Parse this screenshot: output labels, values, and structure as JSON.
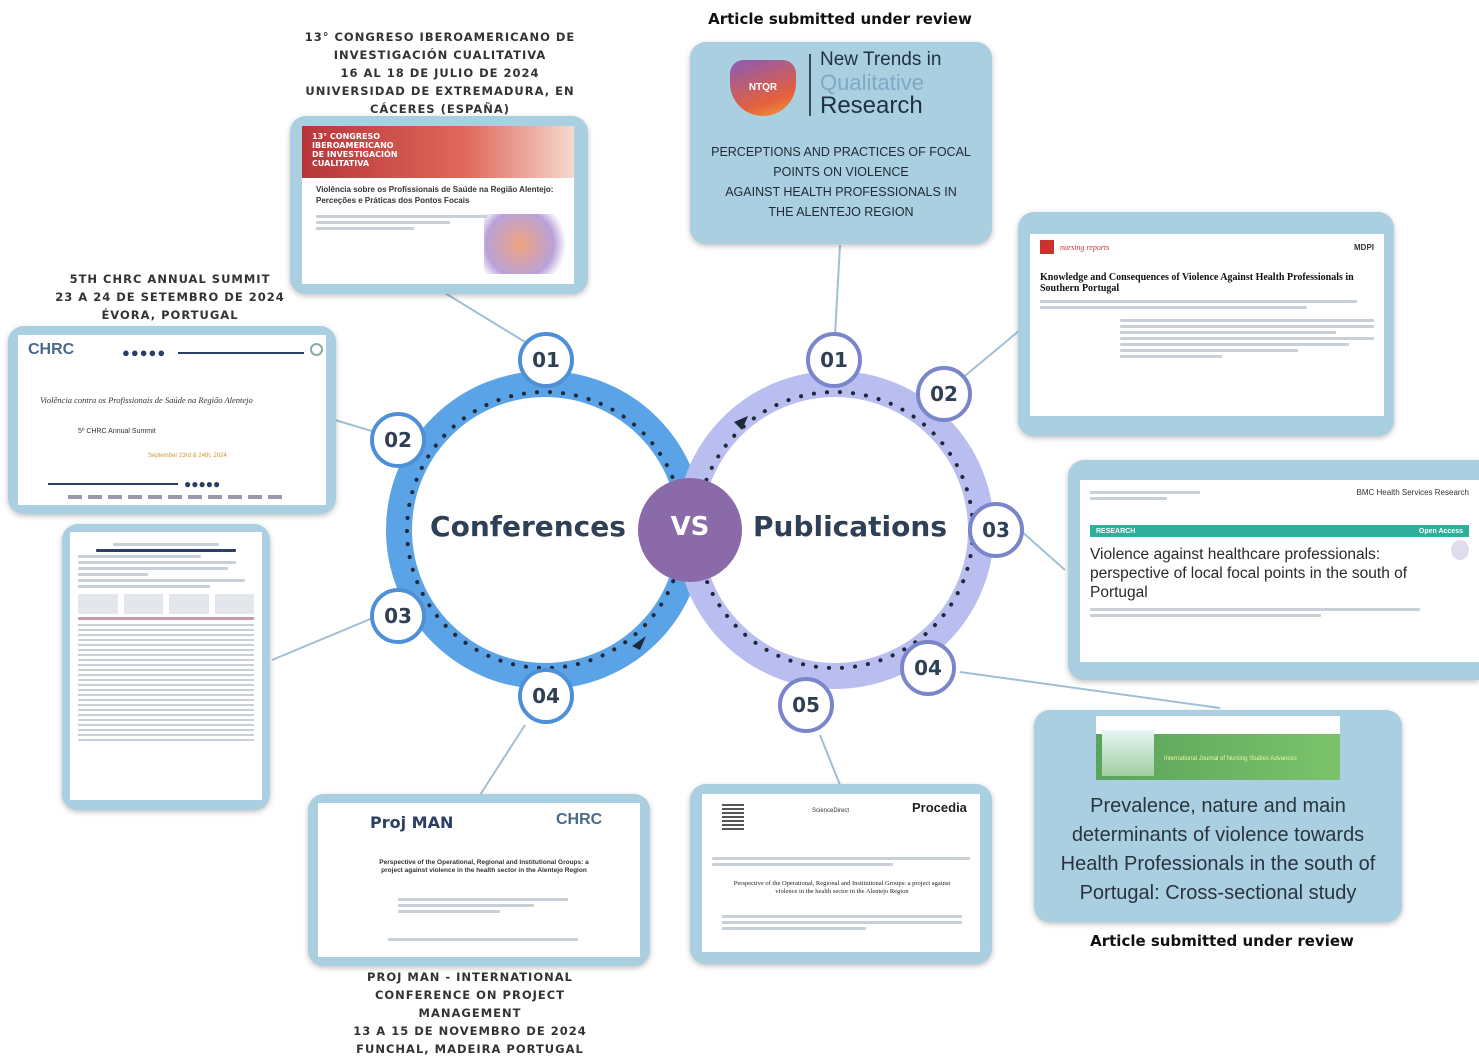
{
  "hub": {
    "left": "Conferences",
    "center": "VS",
    "right": "Publications"
  },
  "colors": {
    "conferences_ring": "#5aa3e6",
    "publications_ring": "#b9bdf0",
    "vs_circle": "#8a6aa8",
    "card_bg": "#a9cfe0"
  },
  "left_numbers": [
    "01",
    "02",
    "03",
    "04"
  ],
  "right_numbers": [
    "01",
    "02",
    "03",
    "04",
    "05"
  ],
  "conferences": {
    "c1": {
      "caption": [
        "13° CONGRESO IBEROAMERICANO DE",
        "INVESTIGACIÓN CUALITATIVA",
        "16 AL 18 DE JULIO DE 2024",
        "UNIVERSIDAD DE EXTREMADURA, EN",
        "CÁCERES (ESPAÑA)"
      ],
      "banner": [
        "13° CONGRESO",
        "IBEROAMERICANO",
        "DE INVESTIGACIÓN",
        "CUALITATIVA"
      ],
      "title": "Violência sobre os Profissionais de Saúde na Região Alentejo: Perceções e Práticas dos Pontos Focais"
    },
    "c2": {
      "caption": [
        "5TH CHRC ANNUAL SUMMIT",
        "23 A 24 DE SETEMBRO DE 2024",
        "ÉVORA, PORTUGAL"
      ],
      "logo": "CHRC",
      "title": "Violência contra os Profissionais de Saúde na Região Alentejo",
      "subtitle": "5º CHRC Annual Summit",
      "date": "September 23rd & 24th, 2024"
    },
    "c4": {
      "caption": [
        "PROJ MAN - INTERNATIONAL",
        "CONFERENCE ON PROJECT",
        "MANAGEMENT",
        "13 A 15 DE NOVEMBRO DE 2024",
        "FUNCHAL, MADEIRA PORTUGAL"
      ],
      "logo_left": "Proj MAN",
      "logo_right": "CHRC",
      "title": "Perspective of the Operational, Regional and Institutional Groups: a project against violence in the health sector in the Alentejo Region"
    }
  },
  "publications": {
    "p1": {
      "label_top": "Article submitted under review",
      "logo_badge": "NTQR",
      "logo_text": [
        "New Trends in",
        "Qualitative",
        "Research"
      ],
      "title": [
        "PERCEPTIONS AND PRACTICES OF FOCAL",
        "POINTS ON VIOLENCE",
        "AGAINST HEALTH PROFESSIONALS IN",
        "THE ALENTEJO REGION"
      ]
    },
    "p2": {
      "journal": "nursing reports",
      "publisher": "MDPI",
      "title": "Knowledge and Consequences of Violence Against Health Professionals in Southern Portugal"
    },
    "p3": {
      "journal": "BMC Health Services Research",
      "section": "RESEARCH",
      "access": "Open Access",
      "title": "Violence against healthcare professionals: perspective of local focal points in the south of Portugal"
    },
    "p4": {
      "journal": "International Journal of Nursing Studies Advances",
      "title": [
        "Prevalence, nature and main",
        "determinants of violence towards",
        "Health Professionals in the south of",
        "Portugal: Cross-sectional study"
      ],
      "label_bottom": "Article submitted under review"
    },
    "p5": {
      "source": "ScienceDirect",
      "journal": "Procedia",
      "title": "Perspective of the Operational, Regional and Institutional Groups: a project against violence in the health sector in the Alentejo Region"
    }
  }
}
